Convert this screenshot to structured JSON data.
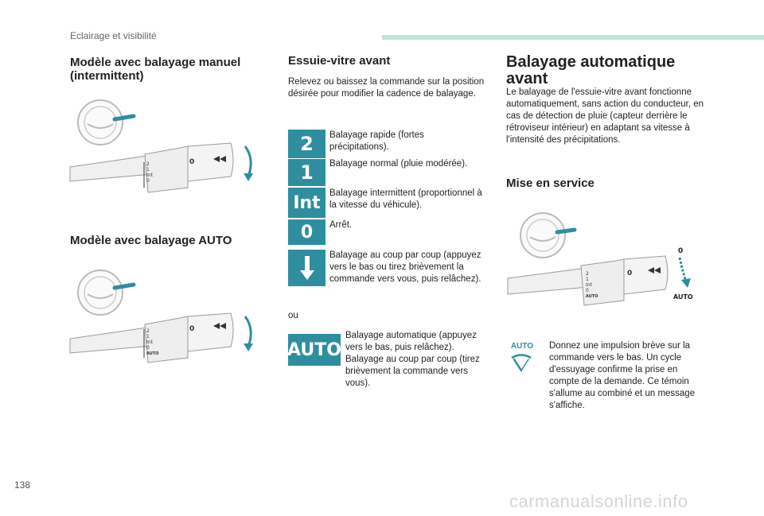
{
  "header": {
    "section_title": "Eclairage et visibilité"
  },
  "left": {
    "manual_title": "Modèle avec balayage manuel (intermittent)",
    "auto_title": "Modèle avec balayage AUTO",
    "stalk_labels_manual": [
      "2",
      "1",
      "Int",
      "0"
    ],
    "stalk_labels_auto": [
      "2",
      "1",
      "Int",
      "0",
      "AUTO"
    ]
  },
  "middle": {
    "title": "Essuie-vitre avant",
    "intro": "Relevez ou baissez la commande sur la position désirée pour modifier la cadence de balayage.",
    "positions": [
      {
        "badge": "2",
        "text": "Balayage rapide (fortes précipitations)."
      },
      {
        "badge": "1",
        "text": "Balayage normal (pluie modérée)."
      },
      {
        "badge": "Int",
        "text": "Balayage intermittent (proportionnel à la vitesse du véhicule)."
      },
      {
        "badge": "0",
        "text": "Arrêt."
      },
      {
        "badge": "down-arrow-icon",
        "text": "Balayage au coup par coup (appuyez vers le bas ou tirez brièvement la commande vers vous, puis relâchez)."
      }
    ],
    "or_label": "ou",
    "auto_badge": "AUTO",
    "auto_text": "Balayage automatique (appuyez vers le bas, puis relâchez). Balayage au coup par coup (tirez brièvement la commande vers vous)."
  },
  "right": {
    "title": "Balayage automatique avant",
    "intro": "Le balayage de l'essuie-vitre avant fonctionne automatiquement, sans action du conducteur, en cas de détection de pluie (capteur derrière le rétroviseur intérieur) en adaptant sa vitesse à l'intensité des précipitations.",
    "subtitle": "Mise en service",
    "diagram_labels": {
      "zero": "0",
      "auto": "AUTO"
    },
    "indicator_label": "AUTO",
    "activation_text": "Donnez une impulsion brève sur la commande vers le bas. Un cycle d'essuyage confirme la prise en compte de la demande. Ce témoin s'allume au combiné et un message s'affiche."
  },
  "footer": {
    "page_number": "138",
    "watermark": "carmanualsonline.info"
  },
  "colors": {
    "badge": "#2e8ea0",
    "accent_bar": "#bfe3d9",
    "indicator": "#2e8ea0"
  }
}
